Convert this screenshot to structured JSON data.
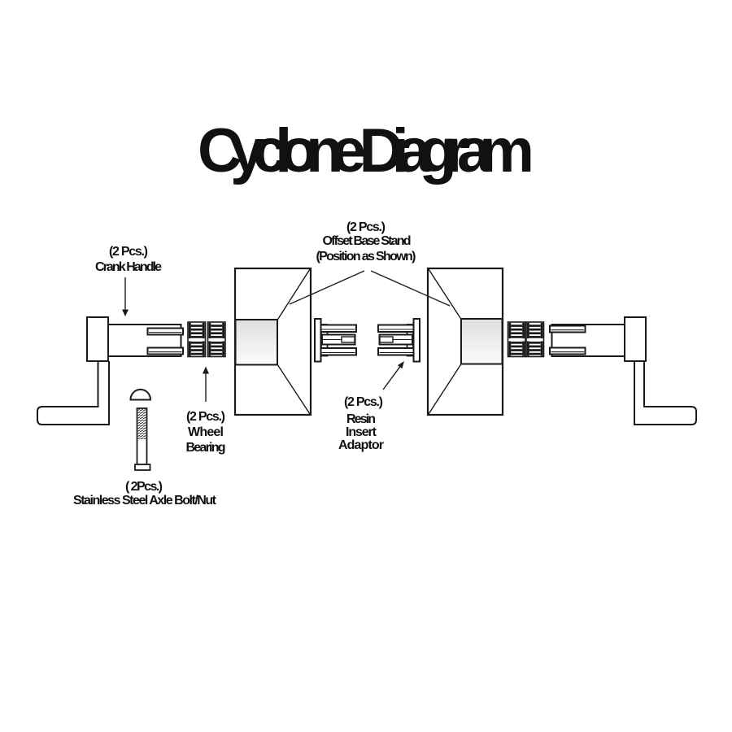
{
  "title": "Cyclone Diagram",
  "colors": {
    "line": "#1a1a1a",
    "background": "#ffffff",
    "hub_gray_top": "#dedede",
    "hub_gray_bottom": "#fafafa"
  },
  "labels": {
    "crank": {
      "pcs": "(2 Pcs.)",
      "name": "Crank Handle"
    },
    "offset": {
      "pcs": "(2 Pcs.)",
      "line1": "Offset Base Stand",
      "line2": "(Position as Shown)"
    },
    "bearing": {
      "pcs": "(2 Pcs.)",
      "line1": "Wheel",
      "line2": "Bearing"
    },
    "resin": {
      "pcs": "(2 Pcs.)",
      "line1": "Resin",
      "line2": "Insert",
      "line3": "Adaptor"
    },
    "bolt": {
      "pcs": "( 2Pcs.)",
      "name": "Stainless Steel Axle Bolt/Nut"
    }
  }
}
